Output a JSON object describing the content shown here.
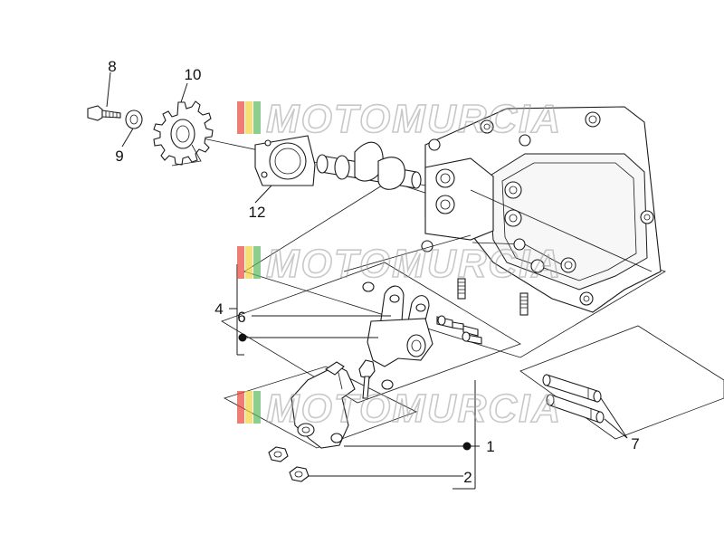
{
  "diagram": {
    "callouts": {
      "c1": "1",
      "c2": "2",
      "c4": "4",
      "c6": "6",
      "c7": "7",
      "c8": "8",
      "c9": "9",
      "c10": "10",
      "c12": "12"
    },
    "watermark": "MOTOMURCIA",
    "colors": {
      "line": "#1a1a1a",
      "watermark_gray": "#9c9c9c",
      "flag_red": "#e8463a",
      "flag_yellow": "#f2d13a",
      "flag_green": "#5cb85c"
    }
  }
}
